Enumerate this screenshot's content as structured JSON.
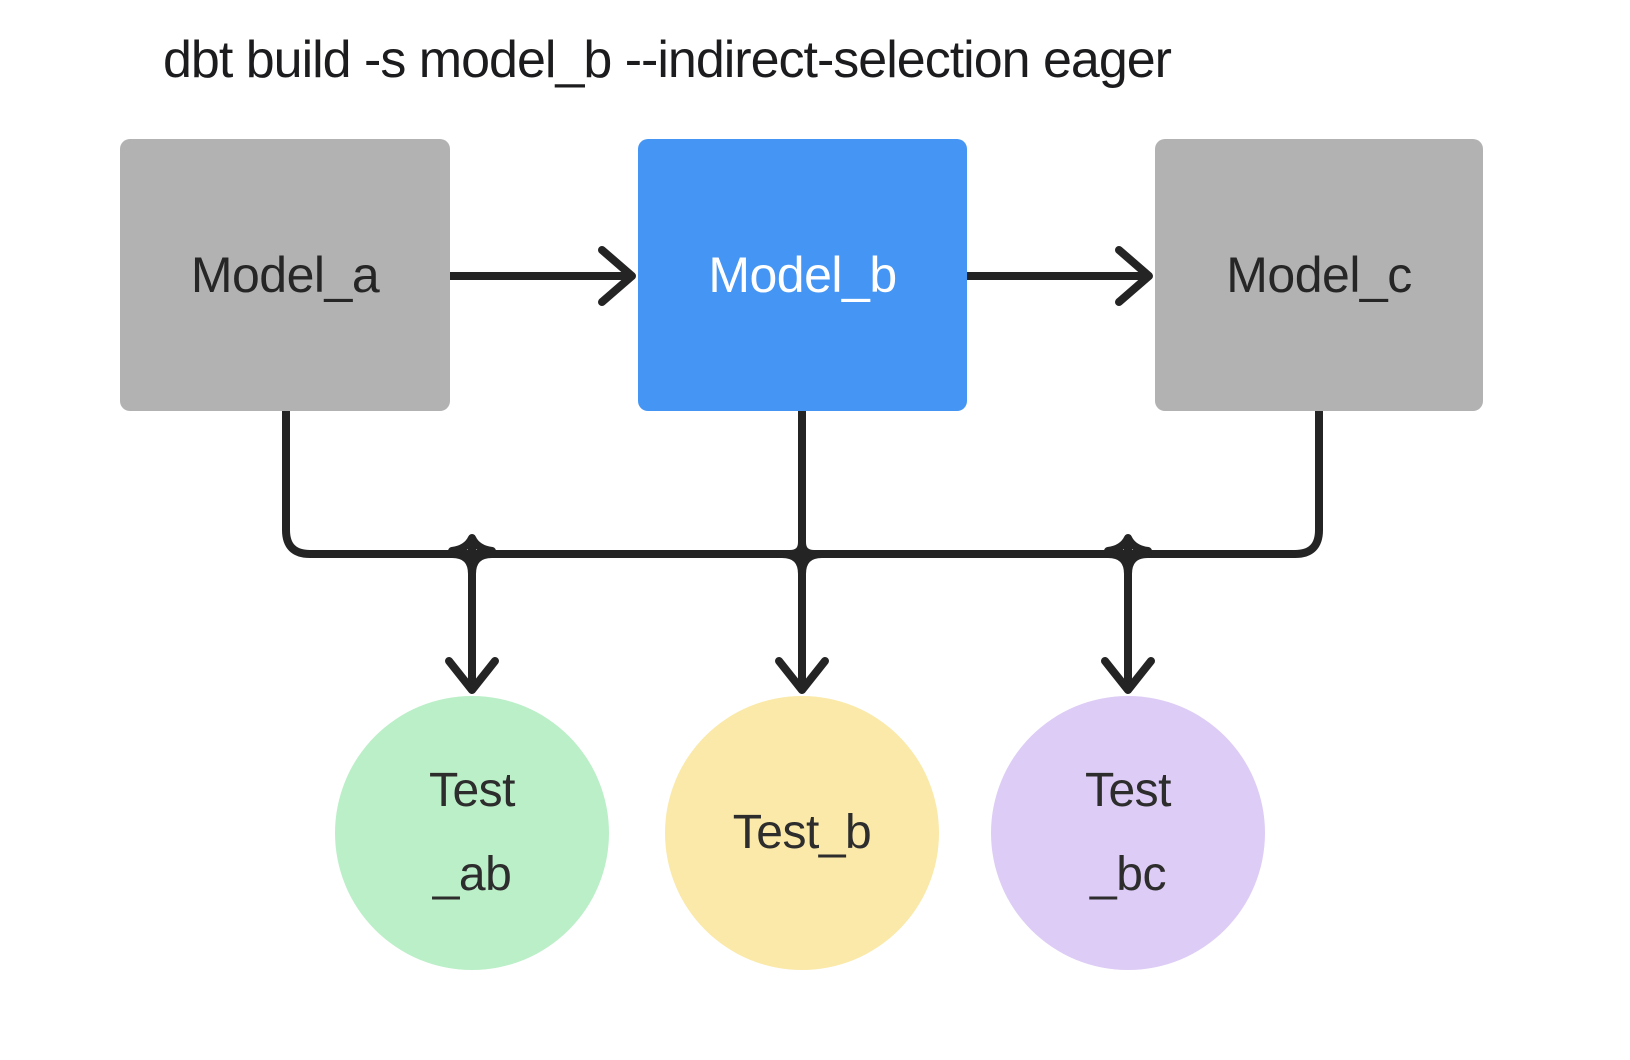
{
  "title": "dbt build -s model_b --indirect-selection eager",
  "canvas": {
    "background": "#ffffff",
    "edge_color": "#242424"
  },
  "nodes": {
    "model_a": {
      "label": "Model_a",
      "shape": "rect",
      "fill": "#b2b2b2",
      "text_color": "#262626"
    },
    "model_b": {
      "label": "Model_b",
      "shape": "rect",
      "fill": "#4596f4",
      "text_color": "#ffffff"
    },
    "model_c": {
      "label": "Model_c",
      "shape": "rect",
      "fill": "#b2b2b2",
      "text_color": "#262626"
    },
    "test_ab": {
      "line1": "Test",
      "line2": "_ab",
      "shape": "circle",
      "fill": "#bbefc8",
      "text_color": "#2d2d2d"
    },
    "test_b": {
      "line1": "Test_b",
      "line2": "",
      "shape": "circle",
      "fill": "#fae9a9",
      "text_color": "#2d2d2d"
    },
    "test_bc": {
      "line1": "Test",
      "line2": "_bc",
      "shape": "circle",
      "fill": "#ddccf5",
      "text_color": "#2d2d2d"
    }
  },
  "edges": [
    {
      "from": "Model_a",
      "to": "Model_b",
      "style": "arrow-right"
    },
    {
      "from": "Model_b",
      "to": "Model_c",
      "style": "arrow-right"
    },
    {
      "from": "Model_a",
      "to": "Test_ab",
      "style": "arrow-down"
    },
    {
      "from": "Model_b",
      "to": "Test_ab",
      "style": "arrow-down"
    },
    {
      "from": "Model_b",
      "to": "Test_b",
      "style": "arrow-down"
    },
    {
      "from": "Model_b",
      "to": "Test_bc",
      "style": "arrow-down"
    },
    {
      "from": "Model_c",
      "to": "Test_bc",
      "style": "arrow-down"
    }
  ]
}
